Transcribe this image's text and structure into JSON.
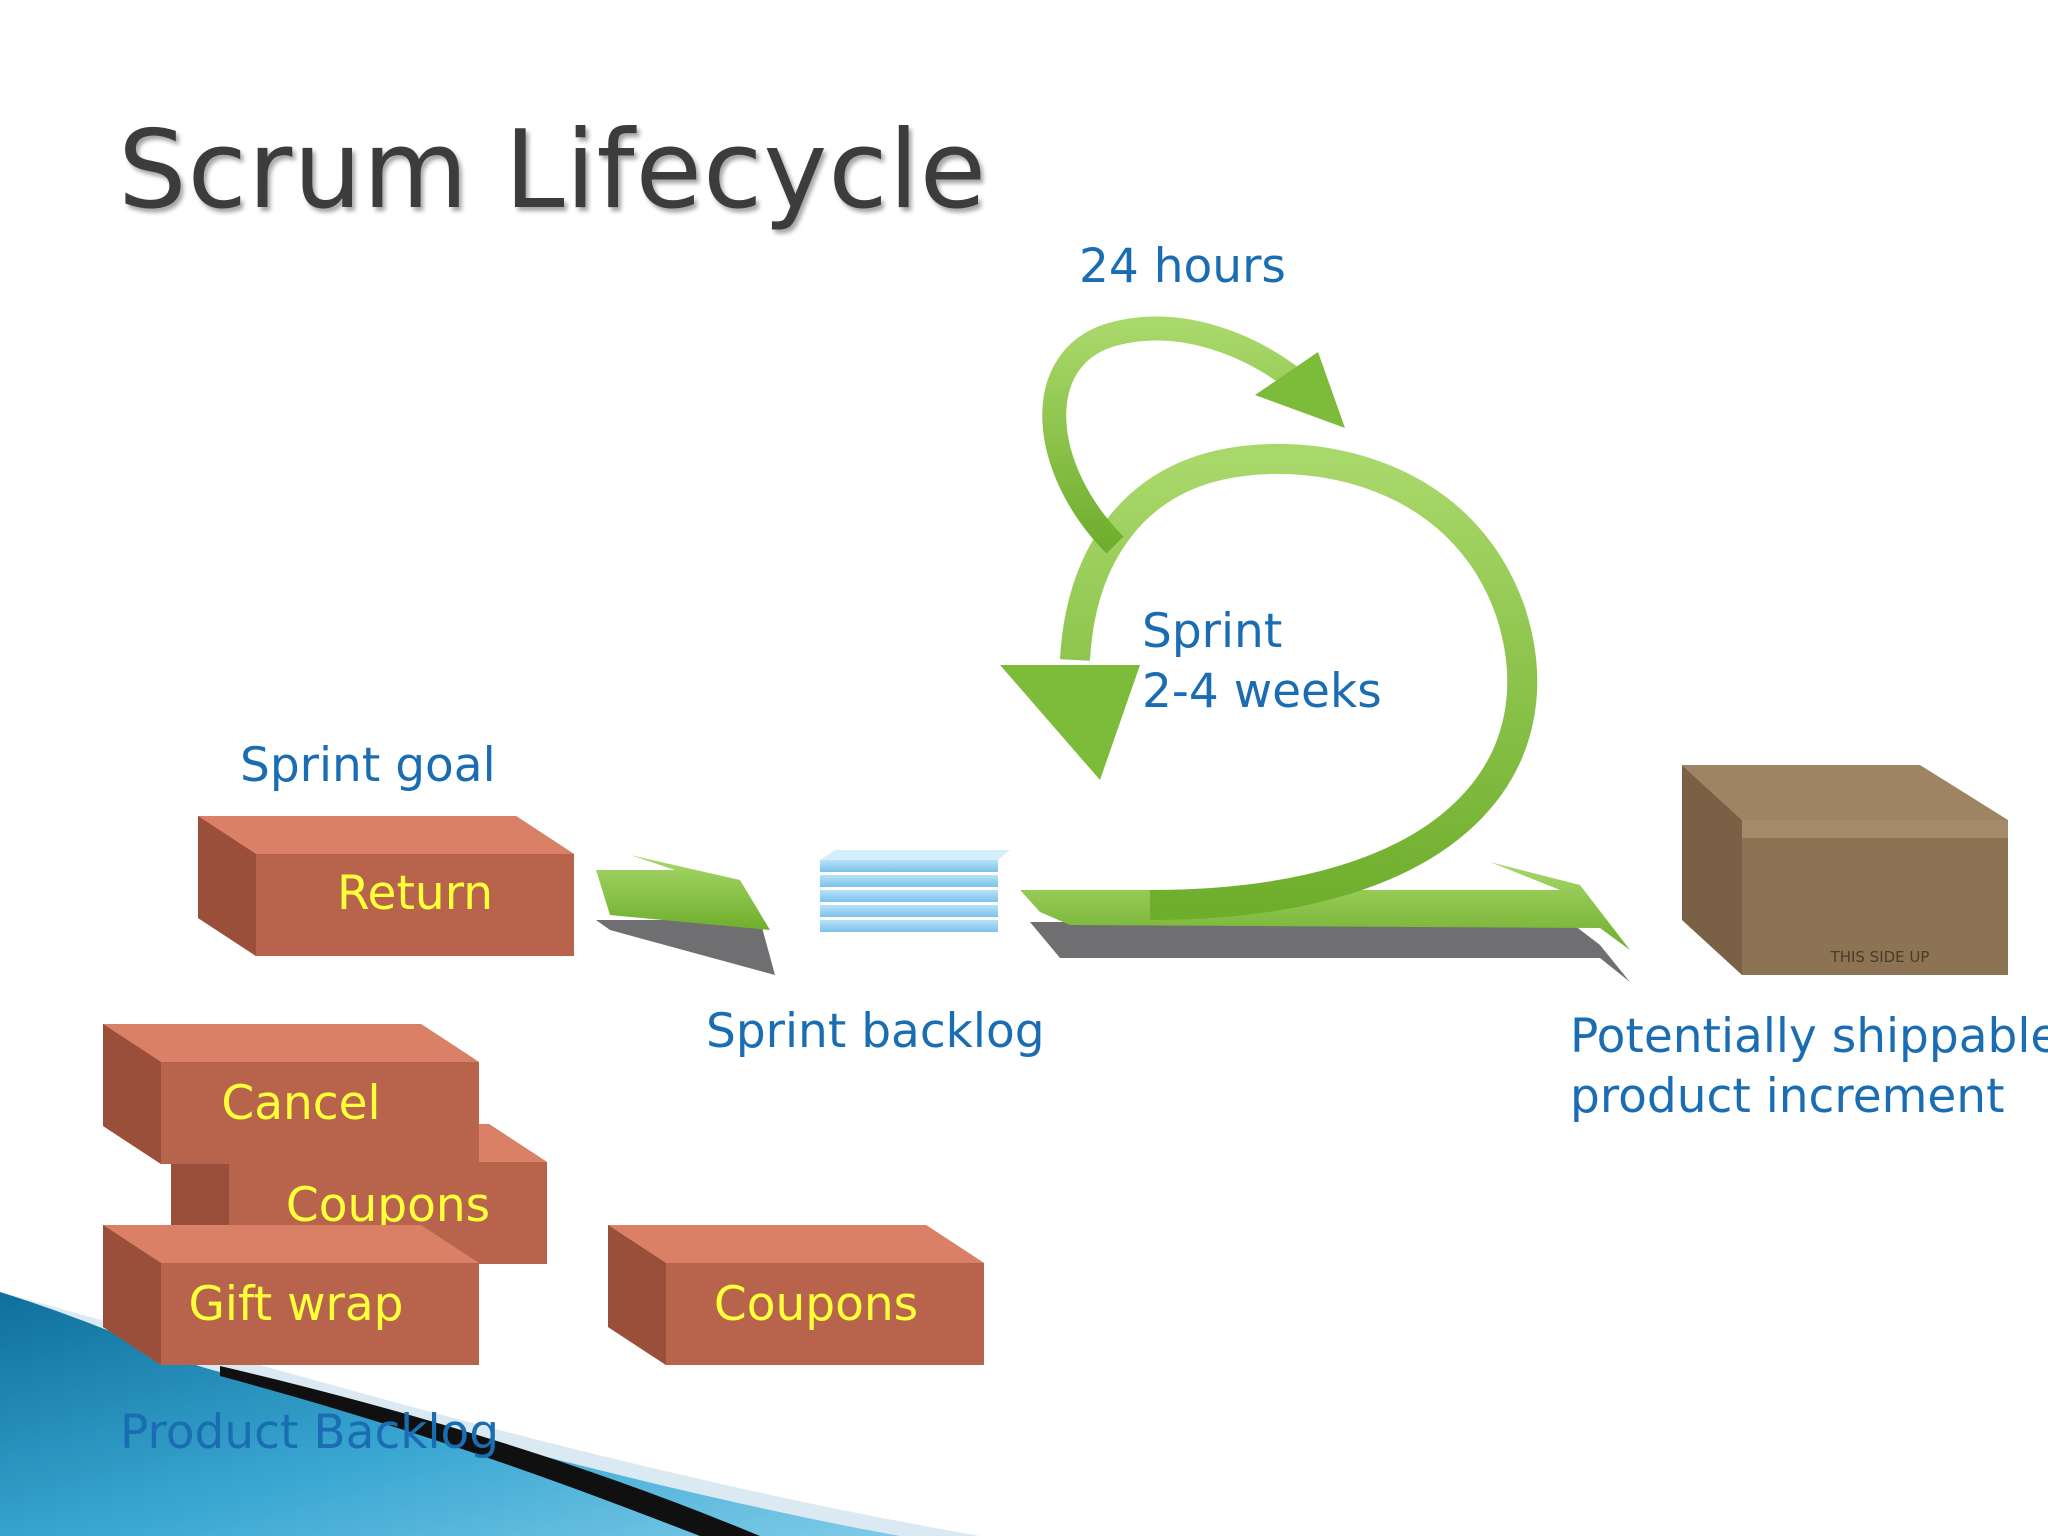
{
  "title": "Scrum Lifecycle",
  "labels": {
    "daily_cycle": "24 hours",
    "sprint_line1": "Sprint",
    "sprint_line2": "2-4 weeks",
    "sprint_goal": "Sprint goal",
    "sprint_backlog": "Sprint backlog",
    "increment_line1": "Potentially shippable",
    "increment_line2": "product increment",
    "product_backlog": "Product Backlog",
    "box_side_text": "THIS SIDE UP"
  },
  "boxes": {
    "sprint_goal_item": "Return",
    "backlog_item_1": "Cancel",
    "backlog_item_2": "Coupons",
    "backlog_item_3": "Gift wrap",
    "sprint_backlog_item": "Coupons"
  },
  "colors": {
    "label_blue": "#1a6db3",
    "item_text": "#ffff3a",
    "arrow_green": "#8cc63f",
    "box_brown": "#b8644c",
    "backlog_blue": "#9fd3f2"
  }
}
